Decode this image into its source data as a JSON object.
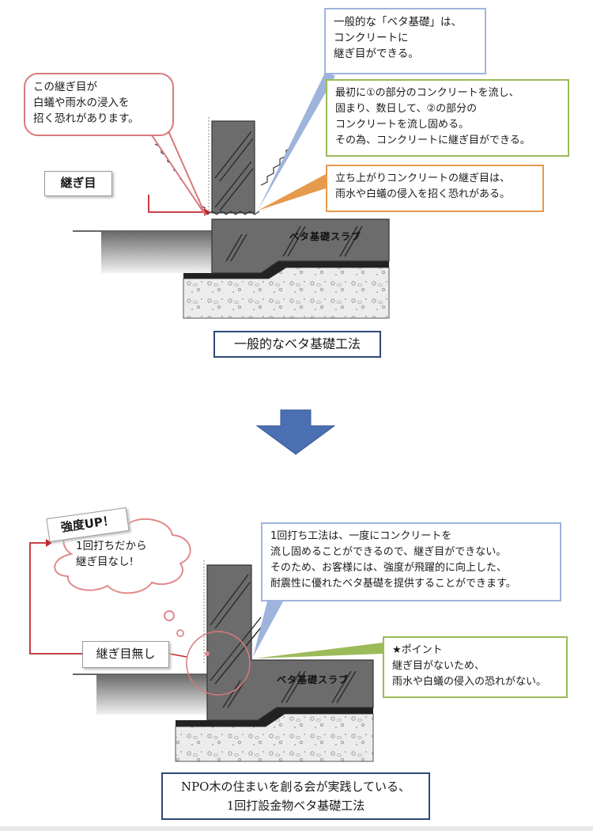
{
  "top": {
    "callout_general": "一般的な「ベタ基礎」は、\nコンクリートに\n継ぎ目ができる。",
    "callout_process": "最初に①の部分のコンクリートを流し、\n固まり、数日して、②の部分の\nコンクリートを流し固める。\nその為、コンクリートに継ぎ目ができる。",
    "callout_risk_red": "この継ぎ目が\n白蟻や雨水の浸入を\n招く恐れがあります。",
    "callout_risk_orange": "立ち上がりコンクリートの継ぎ目は、\n雨水や白蟻の侵入を招く恐れがある。",
    "joint_label": "継ぎ目",
    "slab_label": "ベタ基礎スラブ",
    "caption": "一般的なベタ基礎工法"
  },
  "bottom": {
    "strength_label": "強度UP！",
    "thought_bubble": "1回打ちだから\n継ぎ目なし!",
    "no_joint_label": "継ぎ目無し",
    "callout_one_pour": "1回打ち工法は、一度にコンクリートを\n流し固めることができるので、継ぎ目ができない。\nそのため、お客様には、強度が飛躍的に向上した、\n耐震性に優れたベタ基礎を提供することができます。",
    "callout_point": "★ポイント\n継ぎ目がないため、\n雨水や白蟻の侵入の恐れがない。",
    "slab_label": "ベタ基礎スラブ",
    "caption": "NPO木の住まいを創る会が実践している、\n1回打設金物ベタ基礎工法"
  },
  "colors": {
    "blue_border": "#9fb4dc",
    "green_border": "#9bbb59",
    "orange_border": "#e69a4c",
    "red_border": "#d9797c",
    "caption_border": "#2f4878",
    "arrow_blue": "#4a6fb2"
  }
}
